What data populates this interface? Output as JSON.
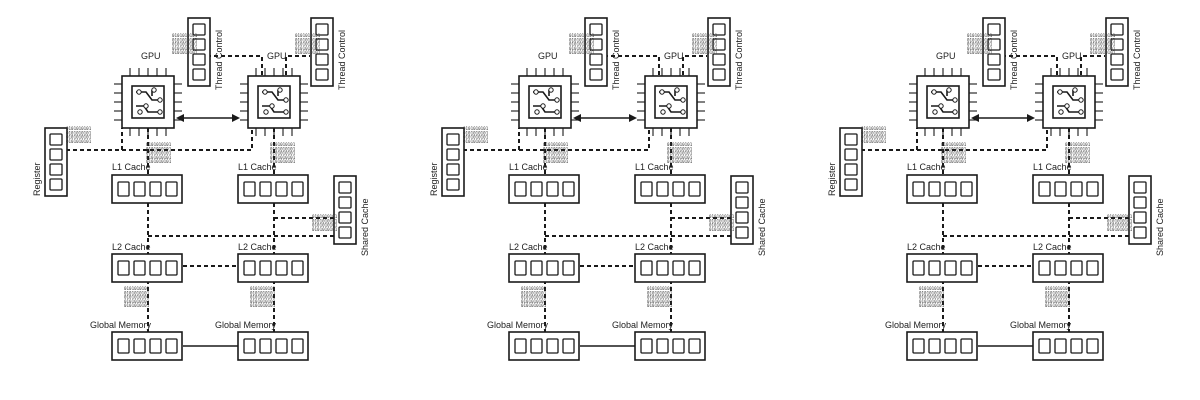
{
  "panels": [
    {
      "gpu_left_label": "GPU",
      "gpu_right_label": "GPU",
      "thread_control_left_label": "Thread Control",
      "thread_control_right_label": "Thread Control",
      "register_label": "Register",
      "l1_left_label": "L1 Cache",
      "l1_right_label": "L1 Cache",
      "shared_cache_label": "Shared Cache",
      "l2_left_label": "L2 Cache",
      "l2_right_label": "L2 Cache",
      "global_left_label": "Global Memory",
      "global_right_label": "Global Memory"
    },
    {
      "gpu_left_label": "GPU",
      "gpu_right_label": "GPU",
      "thread_control_left_label": "Thread Control",
      "thread_control_right_label": "Thread Control",
      "register_label": "Register",
      "l1_left_label": "L1 Cache",
      "l1_right_label": "L1 Cache",
      "shared_cache_label": "Shared Cache",
      "l2_left_label": "L2 Cache",
      "l2_right_label": "L2 Cache",
      "global_left_label": "Global Memory",
      "global_right_label": "Global Memory"
    },
    {
      "gpu_left_label": "GPU",
      "gpu_right_label": "GPU",
      "thread_control_left_label": "Thread Control",
      "thread_control_right_label": "Thread Control",
      "register_label": "Register",
      "l1_left_label": "L1 Cache",
      "l1_right_label": "L1 Cache",
      "shared_cache_label": "Shared Cache",
      "l2_left_label": "L2 Cache",
      "l2_right_label": "L2 Cache",
      "global_left_label": "Global Memory",
      "global_right_label": "Global Memory"
    }
  ],
  "bit_pattern": "0101010101"
}
